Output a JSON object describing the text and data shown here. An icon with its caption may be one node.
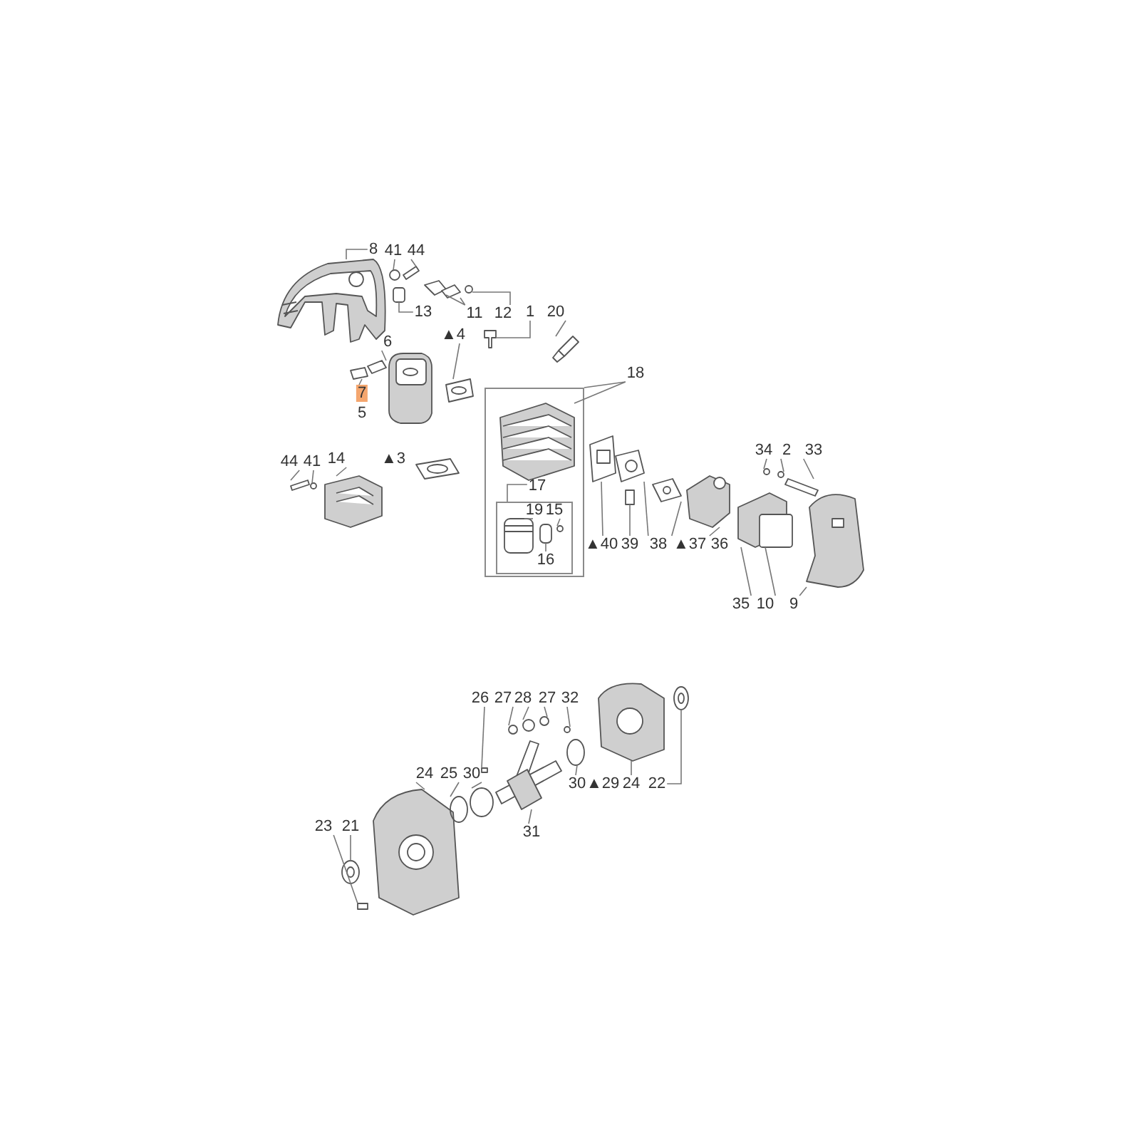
{
  "diagram": {
    "nodes": [
      {
        "text": [
          "8"
        ]
      },
      {
        "text": [
          "41"
        ]
      },
      {
        "text": [
          "44"
        ]
      },
      {
        "text": [
          "13"
        ]
      },
      {
        "text": [
          "11"
        ]
      },
      {
        "text": [
          "12"
        ]
      },
      {
        "text": [
          "1"
        ]
      },
      {
        "text": [
          "20"
        ]
      },
      {
        "text": [
          "6"
        ]
      },
      {
        "text": [
          "▲4"
        ]
      },
      {
        "text": [
          "7"
        ]
      },
      {
        "text": [
          "18"
        ]
      },
      {
        "text": [],
        "shape": "box"
      },
      {
        "text": [
          "44"
        ]
      },
      {
        "text": [
          "41"
        ]
      },
      {
        "text": [
          "14"
        ]
      },
      {
        "text": [
          "17"
        ],
        "in": 12
      },
      {
        "text": [],
        "shape": "box",
        "in": 12
      },
      {
        "text": [
          "19"
        ],
        "in": 17
      },
      {
        "text": [
          "15"
        ],
        "in": 17
      },
      {
        "text": [
          "16"
        ],
        "in": 17
      },
      {
        "text": [
          "34"
        ]
      },
      {
        "text": [
          "2"
        ]
      },
      {
        "text": [
          "33"
        ]
      },
      {
        "text": [
          "▲40"
        ]
      },
      {
        "text": [
          "39"
        ]
      },
      {
        "text": [
          "38"
        ]
      },
      {
        "text": [
          "▲37"
        ]
      },
      {
        "text": [
          "36"
        ]
      },
      {
        "text": [
          "35"
        ]
      },
      {
        "text": [
          "10"
        ]
      },
      {
        "text": [
          "9"
        ]
      },
      {
        "text": [
          "26"
        ]
      },
      {
        "text": [
          "27"
        ]
      },
      {
        "text": [
          "28"
        ]
      },
      {
        "text": [
          "27"
        ]
      },
      {
        "text": [
          "32"
        ]
      },
      {
        "text": [
          "24"
        ]
      },
      {
        "text": [
          "25"
        ]
      },
      {
        "text": [
          "30"
        ]
      },
      {
        "text": [
          "30"
        ]
      },
      {
        "text": [
          "24"
        ]
      },
      {
        "text": [
          "22"
        ]
      },
      {
        "text": [
          "23"
        ]
      },
      {
        "text": [
          "21"
        ]
      },
      {
        "text": [
          "31"
        ]
      },
      {
        "text": [],
        "shape": "picture"
      },
      {
        "text": [],
        "shape": "circle"
      },
      {
        "text": [],
        "shape": "picture"
      },
      {
        "text": [],
        "shape": "box"
      },
      {
        "text": [],
        "shape": "picture"
      },
      {
        "text": [],
        "shape": "picture"
      },
      {
        "text": [],
        "shape": "circle"
      },
      {
        "text": [],
        "shape": "picture"
      },
      {
        "text": [],
        "shape": "picture"
      },
      {
        "text": [],
        "shape": "picture"
      },
      {
        "text": [],
        "shape": "picture"
      },
      {
        "text": [],
        "shape": "picture"
      },
      {
        "text": [],
        "shape": "picture",
        "in": 12
      },
      {
        "text": [],
        "shape": "box"
      },
      {
        "text": [],
        "shape": "circle"
      },
      {
        "text": [],
        "shape": "picture"
      },
      {
        "text": [],
        "shape": "picture",
        "in": 17
      },
      {
        "text": [],
        "shape": "circle",
        "in": 17
      },
      {
        "text": [],
        "shape": "picture",
        "in": 17
      },
      {
        "text": [],
        "shape": "circle"
      },
      {
        "text": [],
        "shape": "circle"
      },
      {
        "text": [],
        "shape": "picture"
      },
      {
        "text": [],
        "shape": "picture"
      },
      {
        "text": [],
        "shape": "box"
      },
      {
        "text": [],
        "shape": "picture"
      },
      {
        "text": [],
        "shape": "picture"
      },
      {
        "text": [],
        "shape": "picture"
      },
      {
        "text": [],
        "shape": "picture"
      },
      {
        "text": [],
        "shape": "box"
      },
      {
        "text": [],
        "shape": "picture"
      },
      {
        "text": [],
        "shape": "box"
      },
      {
        "text": [],
        "shape": "circle"
      },
      {
        "text": [],
        "shape": "circle"
      },
      {
        "text": [],
        "shape": "circle"
      },
      {
        "text": [],
        "shape": "circle"
      },
      {
        "text": [],
        "shape": "picture"
      },
      {
        "text": [],
        "shape": "circle"
      },
      {
        "text": [],
        "shape": "circle"
      },
      {
        "text": [],
        "shape": "circle"
      },
      {
        "text": [],
        "shape": "picture"
      },
      {
        "text": [],
        "shape": "picture"
      },
      {
        "text": [],
        "shape": "box"
      },
      {
        "text": [],
        "shape": "picture"
      },
      {
        "text": [],
        "shape": "picture"
      }
    ],
    "edges": [
      {
        "from": 0,
        "to": 46,
        "arrow": "none"
      },
      {
        "from": 1,
        "to": 47,
        "arrow": "none"
      },
      {
        "from": 2,
        "to": 48,
        "arrow": "none"
      },
      {
        "from": 3,
        "to": 49,
        "arrow": "none"
      },
      {
        "from": 4,
        "to": 50,
        "arrow": "none"
      },
      {
        "from": 4,
        "to": 51,
        "arrow": "none"
      },
      {
        "from": 5,
        "to": 52,
        "arrow": "none"
      },
      {
        "from": 6,
        "to": 53,
        "arrow": "none"
      },
      {
        "from": 7,
        "to": 54,
        "arrow": "none"
      },
      {
        "from": 8,
        "to": 55,
        "arrow": "none"
      },
      {
        "from": 9,
        "to": 57,
        "arrow": "none"
      },
      {
        "from": 10,
        "to": 56,
        "arrow": "none"
      },
      {
        "from": 11,
        "to": 12,
        "arrow": "none"
      },
      {
        "from": 11,
        "to": 58,
        "arrow": "none"
      },
      {
        "from": 13,
        "to": 59,
        "arrow": "none"
      },
      {
        "from": 14,
        "to": 60,
        "arrow": "none"
      },
      {
        "from": 15,
        "to": 61,
        "arrow": "none"
      },
      {
        "from": 16,
        "to": 17,
        "arrow": "none"
      },
      {
        "from": 18,
        "to": 62,
        "arrow": "none"
      },
      {
        "from": 19,
        "to": 63,
        "arrow": "none"
      },
      {
        "from": 20,
        "to": 64,
        "arrow": "none"
      },
      {
        "from": 21,
        "to": 65,
        "arrow": "none"
      },
      {
        "from": 22,
        "to": 66,
        "arrow": "none"
      },
      {
        "from": 23,
        "to": 67,
        "arrow": "none"
      },
      {
        "from": 24,
        "to": 68,
        "arrow": "none"
      },
      {
        "from": 25,
        "to": 69,
        "arrow": "none"
      },
      {
        "from": 26,
        "to": 70,
        "arrow": "none"
      },
      {
        "from": 27,
        "to": 71,
        "arrow": "none"
      },
      {
        "from": 28,
        "to": 72,
        "arrow": "none"
      },
      {
        "from": 29,
        "to": 73,
        "arrow": "none"
      },
      {
        "from": 30,
        "to": 74,
        "arrow": "none"
      },
      {
        "from": 31,
        "to": 75,
        "arrow": "none"
      },
      {
        "from": 32,
        "to": 76,
        "arrow": "none"
      },
      {
        "from": 33,
        "to": 77,
        "arrow": "none"
      },
      {
        "from": 34,
        "to": 78,
        "arrow": "none"
      },
      {
        "from": 35,
        "to": 79,
        "arrow": "none"
      },
      {
        "from": 36,
        "to": 80,
        "arrow": "none"
      },
      {
        "from": 37,
        "to": 81,
        "arrow": "none"
      },
      {
        "from": 38,
        "to": 82,
        "arrow": "none"
      },
      {
        "from": 39,
        "to": 83,
        "arrow": "none"
      },
      {
        "from": 40,
        "to": 84,
        "arrow": "none"
      },
      {
        "from": 41,
        "to": 85,
        "arrow": "none"
      },
      {
        "from": 42,
        "to": 86,
        "arrow": "none"
      },
      {
        "from": 43,
        "to": 87,
        "arrow": "none"
      },
      {
        "from": 44,
        "to": 88,
        "arrow": "none"
      },
      {
        "from": 45,
        "to": 89,
        "arrow": "none"
      }
    ],
    "labels": [
      "5",
      "▲3",
      "▲29"
    ]
  }
}
